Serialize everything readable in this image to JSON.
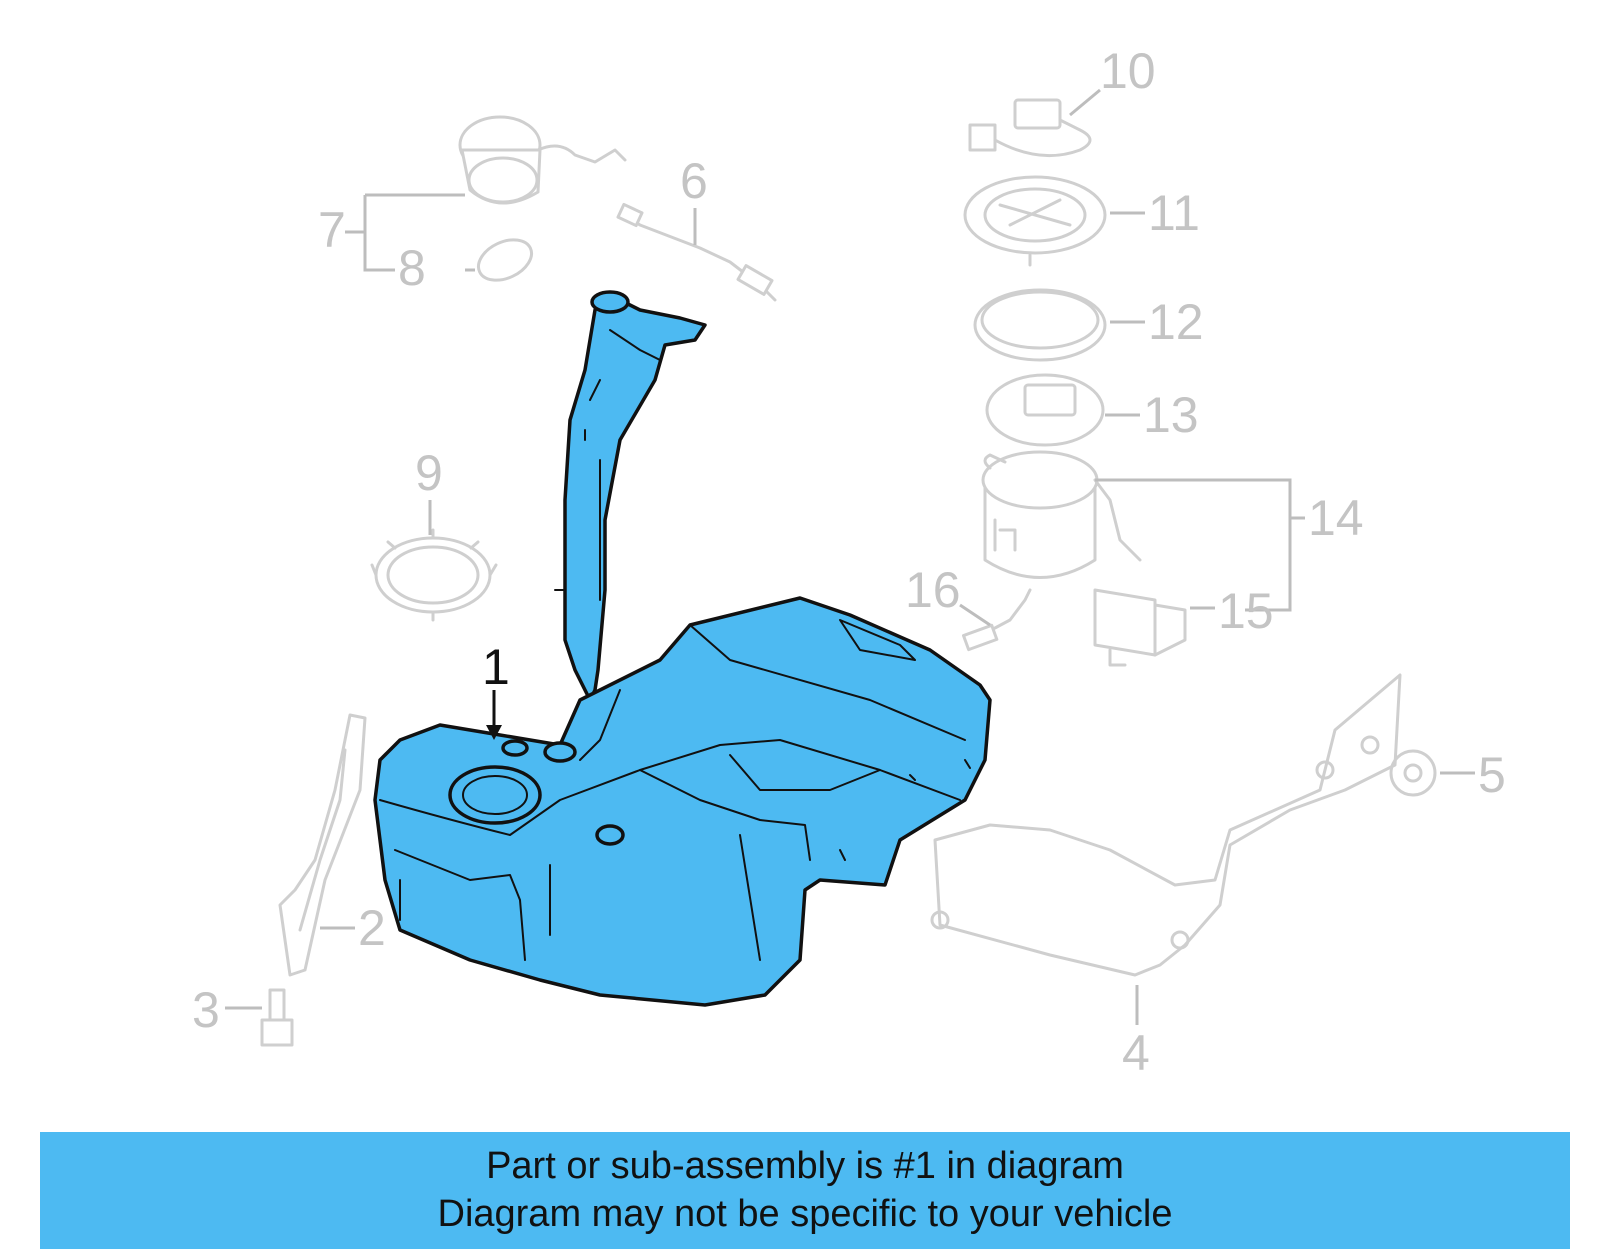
{
  "diagram": {
    "callouts": {
      "c1": "1",
      "c2": "2",
      "c3": "3",
      "c4": "4",
      "c5": "5",
      "c6": "6",
      "c7": "7",
      "c8": "8",
      "c9": "9",
      "c10": "10",
      "c11": "11",
      "c12": "12",
      "c13": "13",
      "c14": "14",
      "c15": "15",
      "c16": "16"
    },
    "highlight_color": "#4dbaf2"
  },
  "banner": {
    "line1": "Part or sub-assembly is #1 in diagram",
    "line2": "Diagram may not be specific to your vehicle"
  }
}
